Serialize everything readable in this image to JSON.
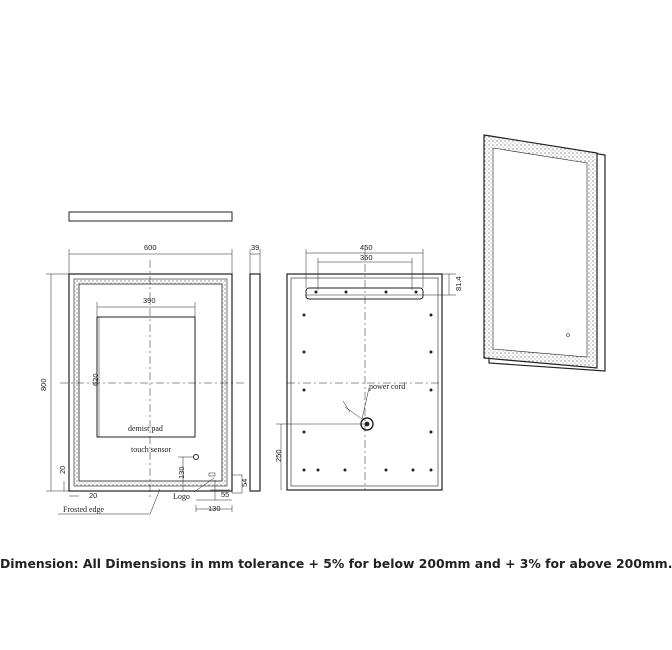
{
  "front_view": {
    "width": "600",
    "height": "800",
    "demist_width": "390",
    "demist_height": "620",
    "demist_label": "demist pad",
    "touch_sensor_label": "touch sensor",
    "offset_130": "130",
    "offset_20_vertical": "20",
    "offset_20_horizontal": "20",
    "logo_label": "Logo",
    "logo_dim_55": "55",
    "logo_dim_54": "54",
    "logo_dim_130": "130",
    "frosted_label": "Frosted edge"
  },
  "side_view": {
    "depth": "39"
  },
  "back_view": {
    "bracket_width": "450",
    "bracket_inner": "360",
    "bracket_offset": "81.4",
    "power_cord_label": "power cord",
    "cord_height": "250"
  },
  "caption": "Dimension: All Dimensions in mm tolerance + 5% for below 200mm and + 3% for above 200mm."
}
